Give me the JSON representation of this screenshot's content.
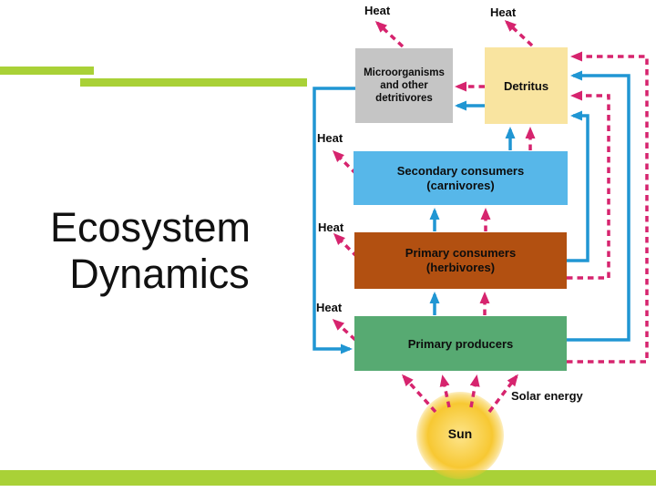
{
  "slide": {
    "title": {
      "line1": "Ecosystem",
      "line2": "Dynamics"
    }
  },
  "colors": {
    "flow-blue": "#2096d3",
    "flow-pink": "#d6246e",
    "accent-green": "#a9d137",
    "box-gray": "#c5c5c5",
    "box-yellow": "#f9e4a0",
    "box-lightblue": "#57b7e9",
    "box-brown": "#b25011",
    "box-green": "#57aa72",
    "sun-gold": "#f7c832",
    "text-black": "#111111"
  },
  "diagram": {
    "boxes": {
      "microorganisms": {
        "lines": [
          "Microorganisms",
          "and other",
          "detritivores"
        ]
      },
      "detritus": {
        "label": "Detritus"
      },
      "secondary_consumers": {
        "label": "Secondary consumers",
        "sublabel": "(carnivores)"
      },
      "primary_consumers": {
        "label": "Primary consumers",
        "sublabel": "(herbivores)"
      },
      "primary_producers": {
        "label": "Primary producers"
      },
      "sun": {
        "label": "Sun"
      }
    },
    "labels": {
      "heat": "Heat",
      "solar_energy": "Solar energy"
    }
  }
}
